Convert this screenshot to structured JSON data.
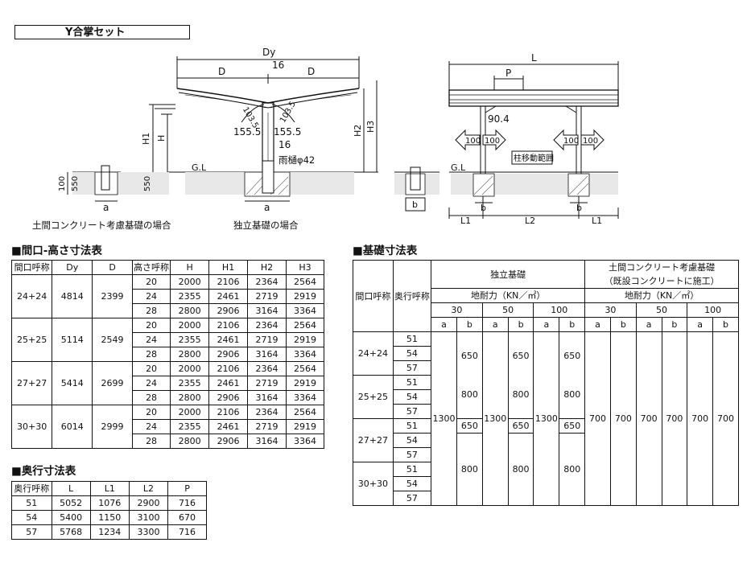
{
  "title": "Y合掌セット",
  "front_diagram": {
    "labels": {
      "dy": "Dy",
      "d_left": "D",
      "d_right": "D",
      "top_16": "16",
      "h1": "H1",
      "h": "H",
      "h2": "H2",
      "h3": "H3",
      "angle_left": "103.5",
      "angle_right": "103.5",
      "w_left": "155.5",
      "w_right": "155.5",
      "post_16": "16",
      "gutter": "雨樋φ42",
      "gl": "G.L",
      "dim_100": "100",
      "dim_550a": "550",
      "dim_550b": "550",
      "a_left": "a",
      "a_right": "a"
    },
    "caption_left": "土間コンクリート考慮基礎の場合",
    "caption_right": "独立基礎の場合"
  },
  "side_diagram": {
    "labels": {
      "l": "L",
      "p": "P",
      "dim_904": "90.4",
      "arrow_100_l1": "100",
      "arrow_100_l2": "100",
      "arrow_100_r1": "100",
      "arrow_100_r2": "100",
      "post_move": "柱移動範囲",
      "gl": "G.L",
      "b_left": "b",
      "b_small": "b",
      "b_right": "b",
      "l1_left": "L1",
      "l2": "L2",
      "l1_right": "L1"
    }
  },
  "size_table": {
    "heading": "■間口-高さ寸法表",
    "headers": [
      "間口呼称",
      "Dy",
      "D",
      "高さ呼称",
      "H",
      "H1",
      "H2",
      "H3"
    ],
    "groups": [
      {
        "name": "24+24",
        "dy": "4814",
        "d": "2399",
        "rows": [
          [
            "20",
            "2000",
            "2106",
            "2364",
            "2564"
          ],
          [
            "24",
            "2355",
            "2461",
            "2719",
            "2919"
          ],
          [
            "28",
            "2800",
            "2906",
            "3164",
            "3364"
          ]
        ]
      },
      {
        "name": "25+25",
        "dy": "5114",
        "d": "2549",
        "rows": [
          [
            "20",
            "2000",
            "2106",
            "2364",
            "2564"
          ],
          [
            "24",
            "2355",
            "2461",
            "2719",
            "2919"
          ],
          [
            "28",
            "2800",
            "2906",
            "3164",
            "3364"
          ]
        ]
      },
      {
        "name": "27+27",
        "dy": "5414",
        "d": "2699",
        "rows": [
          [
            "20",
            "2000",
            "2106",
            "2364",
            "2564"
          ],
          [
            "24",
            "2355",
            "2461",
            "2719",
            "2919"
          ],
          [
            "28",
            "2800",
            "2906",
            "3164",
            "3364"
          ]
        ]
      },
      {
        "name": "30+30",
        "dy": "6014",
        "d": "2999",
        "rows": [
          [
            "20",
            "2000",
            "2106",
            "2364",
            "2564"
          ],
          [
            "24",
            "2355",
            "2461",
            "2719",
            "2919"
          ],
          [
            "28",
            "2800",
            "2906",
            "3164",
            "3364"
          ]
        ]
      }
    ]
  },
  "depth_table": {
    "heading": "■奥行寸法表",
    "headers": [
      "奥行呼称",
      "L",
      "L1",
      "L2",
      "P"
    ],
    "rows": [
      [
        "51",
        "5052",
        "1076",
        "2900",
        "716"
      ],
      [
        "54",
        "5400",
        "1150",
        "3100",
        "670"
      ],
      [
        "57",
        "5768",
        "1234",
        "3300",
        "716"
      ]
    ]
  },
  "foundation_table": {
    "heading": "■基礎寸法表",
    "col_frontage": "間口呼称",
    "col_depth": "奥行呼称",
    "independent": "独立基礎",
    "concrete_line1": "土間コンクリート考慮基礎",
    "concrete_line2": "（既設コンクリートに施工）",
    "bearing": "地耐力（KN／㎡）",
    "loads": [
      "30",
      "50",
      "100"
    ],
    "ab": [
      "a",
      "b"
    ],
    "a_value": "1300",
    "b_650": "650",
    "b_800": "800",
    "concrete_value": "700",
    "groups": [
      {
        "name": "24+24",
        "depths": [
          "51",
          "54",
          "57"
        ]
      },
      {
        "name": "25+25",
        "depths": [
          "51",
          "54",
          "57"
        ]
      },
      {
        "name": "27+27",
        "depths": [
          "51",
          "54",
          "57"
        ]
      },
      {
        "name": "30+30",
        "depths": [
          "51",
          "54",
          "57"
        ]
      }
    ]
  }
}
